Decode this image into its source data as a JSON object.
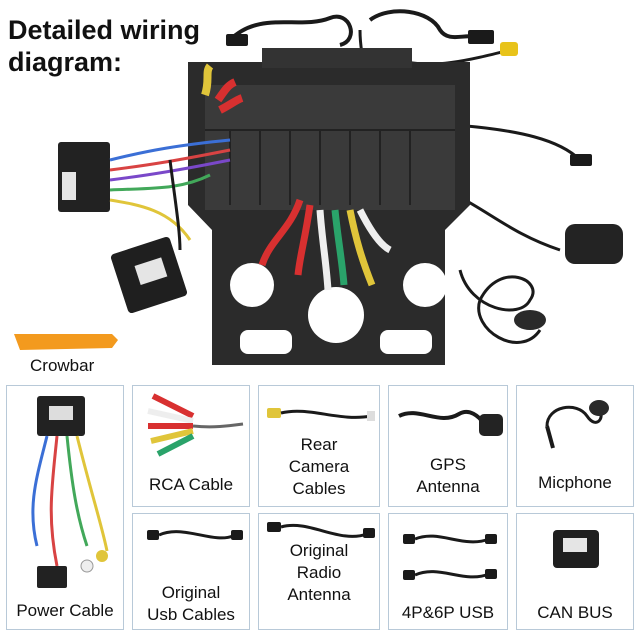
{
  "title": "Detailed wiring\ndiagram:",
  "crowbar_label": "Crowbar",
  "items": [
    {
      "label": "Power Cable"
    },
    {
      "label": "RCA Cable"
    },
    {
      "label": "Rear\nCamera\nCables"
    },
    {
      "label": "GPS\nAntenna"
    },
    {
      "label": "Micphone"
    },
    {
      "label": "Original\nUsb Cables"
    },
    {
      "label": "Original\nRadio\nAntenna"
    },
    {
      "label": "4P&6P USB"
    },
    {
      "label": "CAN BUS"
    }
  ],
  "colors": {
    "border": "#b8c9d8",
    "device": "#2b2b2b",
    "crowbar": "#f39a1e",
    "text": "#111111"
  }
}
